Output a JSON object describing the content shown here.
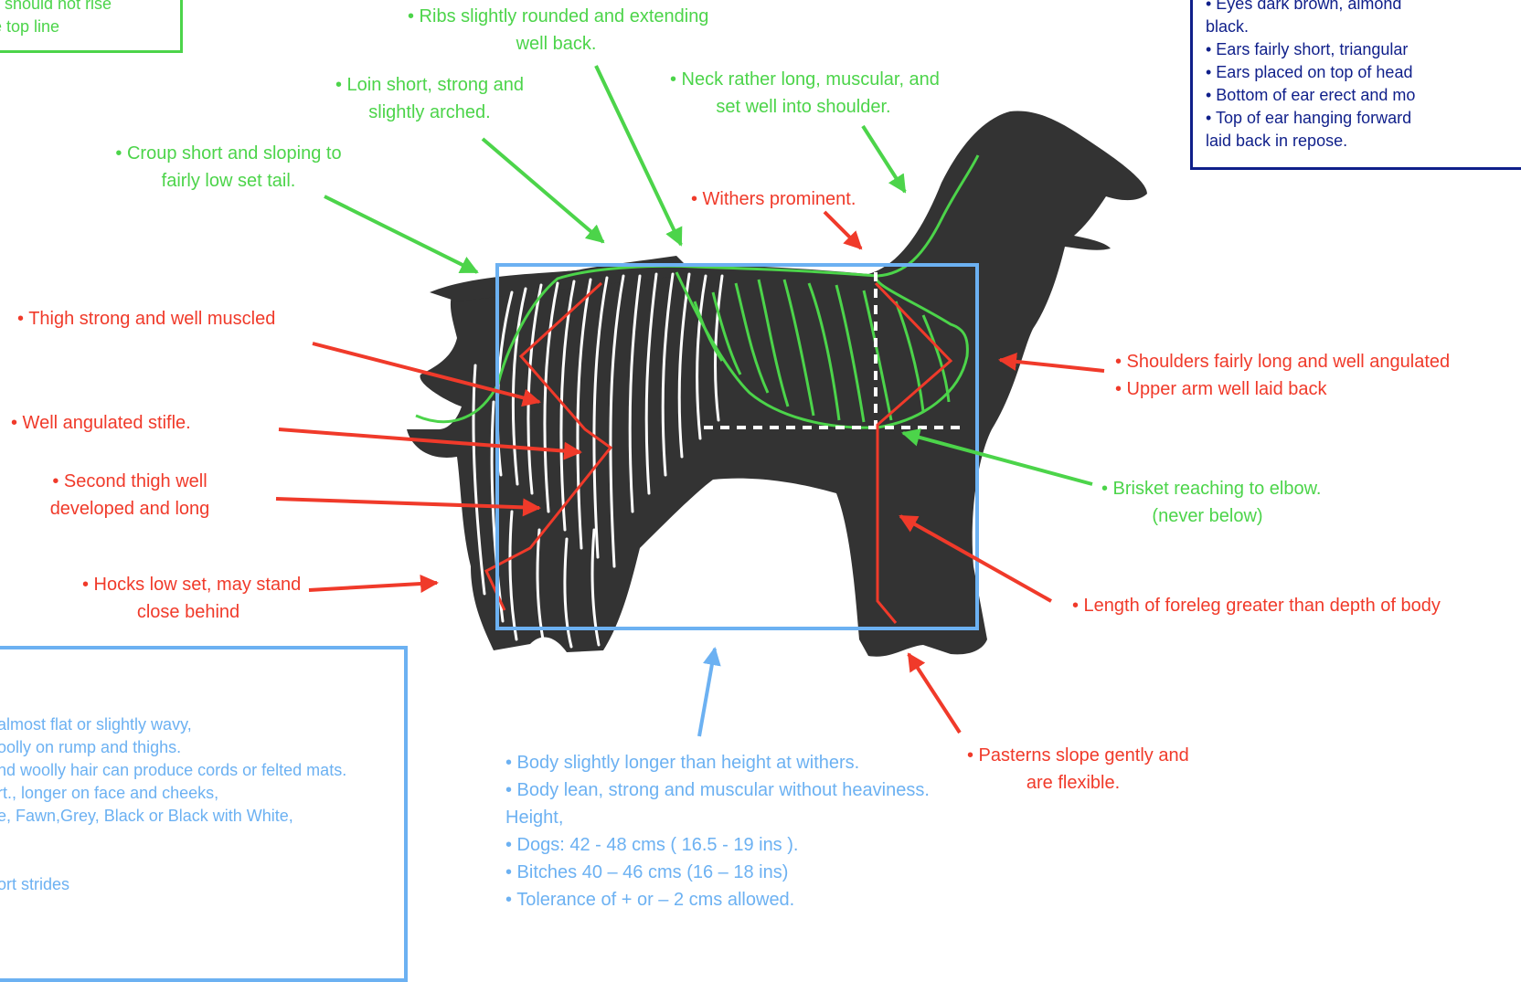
{
  "colors": {
    "green": "#4cd44a",
    "red": "#f03a2a",
    "blue": "#6cb1f2",
    "navy": "#0f1f8a",
    "silhouette": "#333333"
  },
  "topleft_box": {
    "lines": [
      "ll should not rise",
      "e top line"
    ]
  },
  "top_right_box": {
    "lines": [
      "• Eyes dark brown, almond",
      "black.",
      "• Ears fairly short, triangular",
      "• Ears placed on top of head",
      "• Bottom of ear erect and mo",
      "• Top of ear hanging forward",
      "laid back in repose."
    ]
  },
  "coat_box": {
    "lines": [
      "almost flat or slightly wavy,",
      "oolly on rump and thighs.",
      "nd woolly hair can produce cords or felted mats.",
      "rt., longer on face and cheeks,",
      "e, Fawn,Grey, Black or Black with White,",
      "",
      "",
      "ort strides"
    ]
  },
  "labels": {
    "ribs": [
      "•  Ribs slightly rounded and extending",
      "well back."
    ],
    "loin": [
      "•  Loin short, strong and",
      "slightly arched."
    ],
    "neck": [
      "•  Neck rather long, muscular, and",
      "set well into shoulder."
    ],
    "croup": [
      "•   Croup short and sloping to",
      "fairly low set tail."
    ],
    "withers": "• Withers prominent.",
    "thigh": "• Thigh strong and well muscled",
    "stifle": "• Well angulated stifle.",
    "second_thigh": [
      "•  Second thigh well",
      "developed and long"
    ],
    "hocks": [
      "•  Hocks low set, may stand",
      "close behind"
    ],
    "shoulders": [
      "• Shoulders fairly long and well angulated",
      "• Upper arm well laid back"
    ],
    "brisket": [
      "•  Brisket reaching to elbow.",
      "(never below)"
    ],
    "foreleg": "• Length of foreleg greater than depth of body",
    "pasterns": [
      "• Pasterns slope gently and",
      "are flexible."
    ]
  },
  "body_text": {
    "lines": [
      "• Body slightly longer than height at withers.",
      "• Body lean, strong and muscular without heaviness.",
      "Height,",
      "• Dogs: 42 - 48 cms ( 16.5 - 19 ins ).",
      "• Bitches 40 – 46 cms (16 – 18 ins)",
      "• Tolerance of + or – 2 cms allowed."
    ]
  }
}
